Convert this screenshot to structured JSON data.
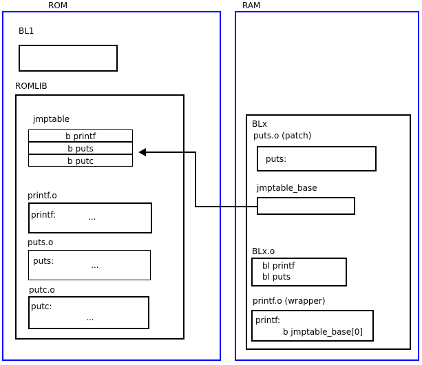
{
  "regions": {
    "rom": {
      "label": "ROM",
      "color": "#0000ff",
      "groups": {
        "bl1": {
          "label": "BL1",
          "body": ""
        },
        "romlib": {
          "label": "ROMLIB",
          "jmptable": {
            "label": "jmptable",
            "entries": [
              {
                "text": "b printf"
              },
              {
                "text": "b puts"
              },
              {
                "text": "b putc"
              }
            ]
          },
          "objects": [
            {
              "label": "printf.o",
              "symbol": "printf:",
              "body": "..."
            },
            {
              "label": "puts.o",
              "symbol": "puts:",
              "body": "..."
            },
            {
              "label": "putc.o",
              "symbol": "putc:",
              "body": "..."
            }
          ]
        }
      }
    },
    "ram": {
      "label": "RAM",
      "color": "#0000ff",
      "groups": {
        "blx": {
          "label": "BLx",
          "sections": [
            {
              "label": "puts.o (patch)",
              "symbol": "puts:",
              "body": ""
            },
            {
              "label": "jmptable_base",
              "symbol": "",
              "body": ""
            },
            {
              "label": "BLx.o",
              "lines": [
                "bl printf",
                "bl puts"
              ]
            },
            {
              "label": "printf.o (wrapper)",
              "symbol": "printf:",
              "body": "b jmptable_base[0]"
            }
          ]
        }
      }
    }
  },
  "connector": {
    "name": "jmptable-base-to-b-puts-arrow",
    "from": "jmptable_base",
    "to": "b puts",
    "color": "#000000"
  }
}
